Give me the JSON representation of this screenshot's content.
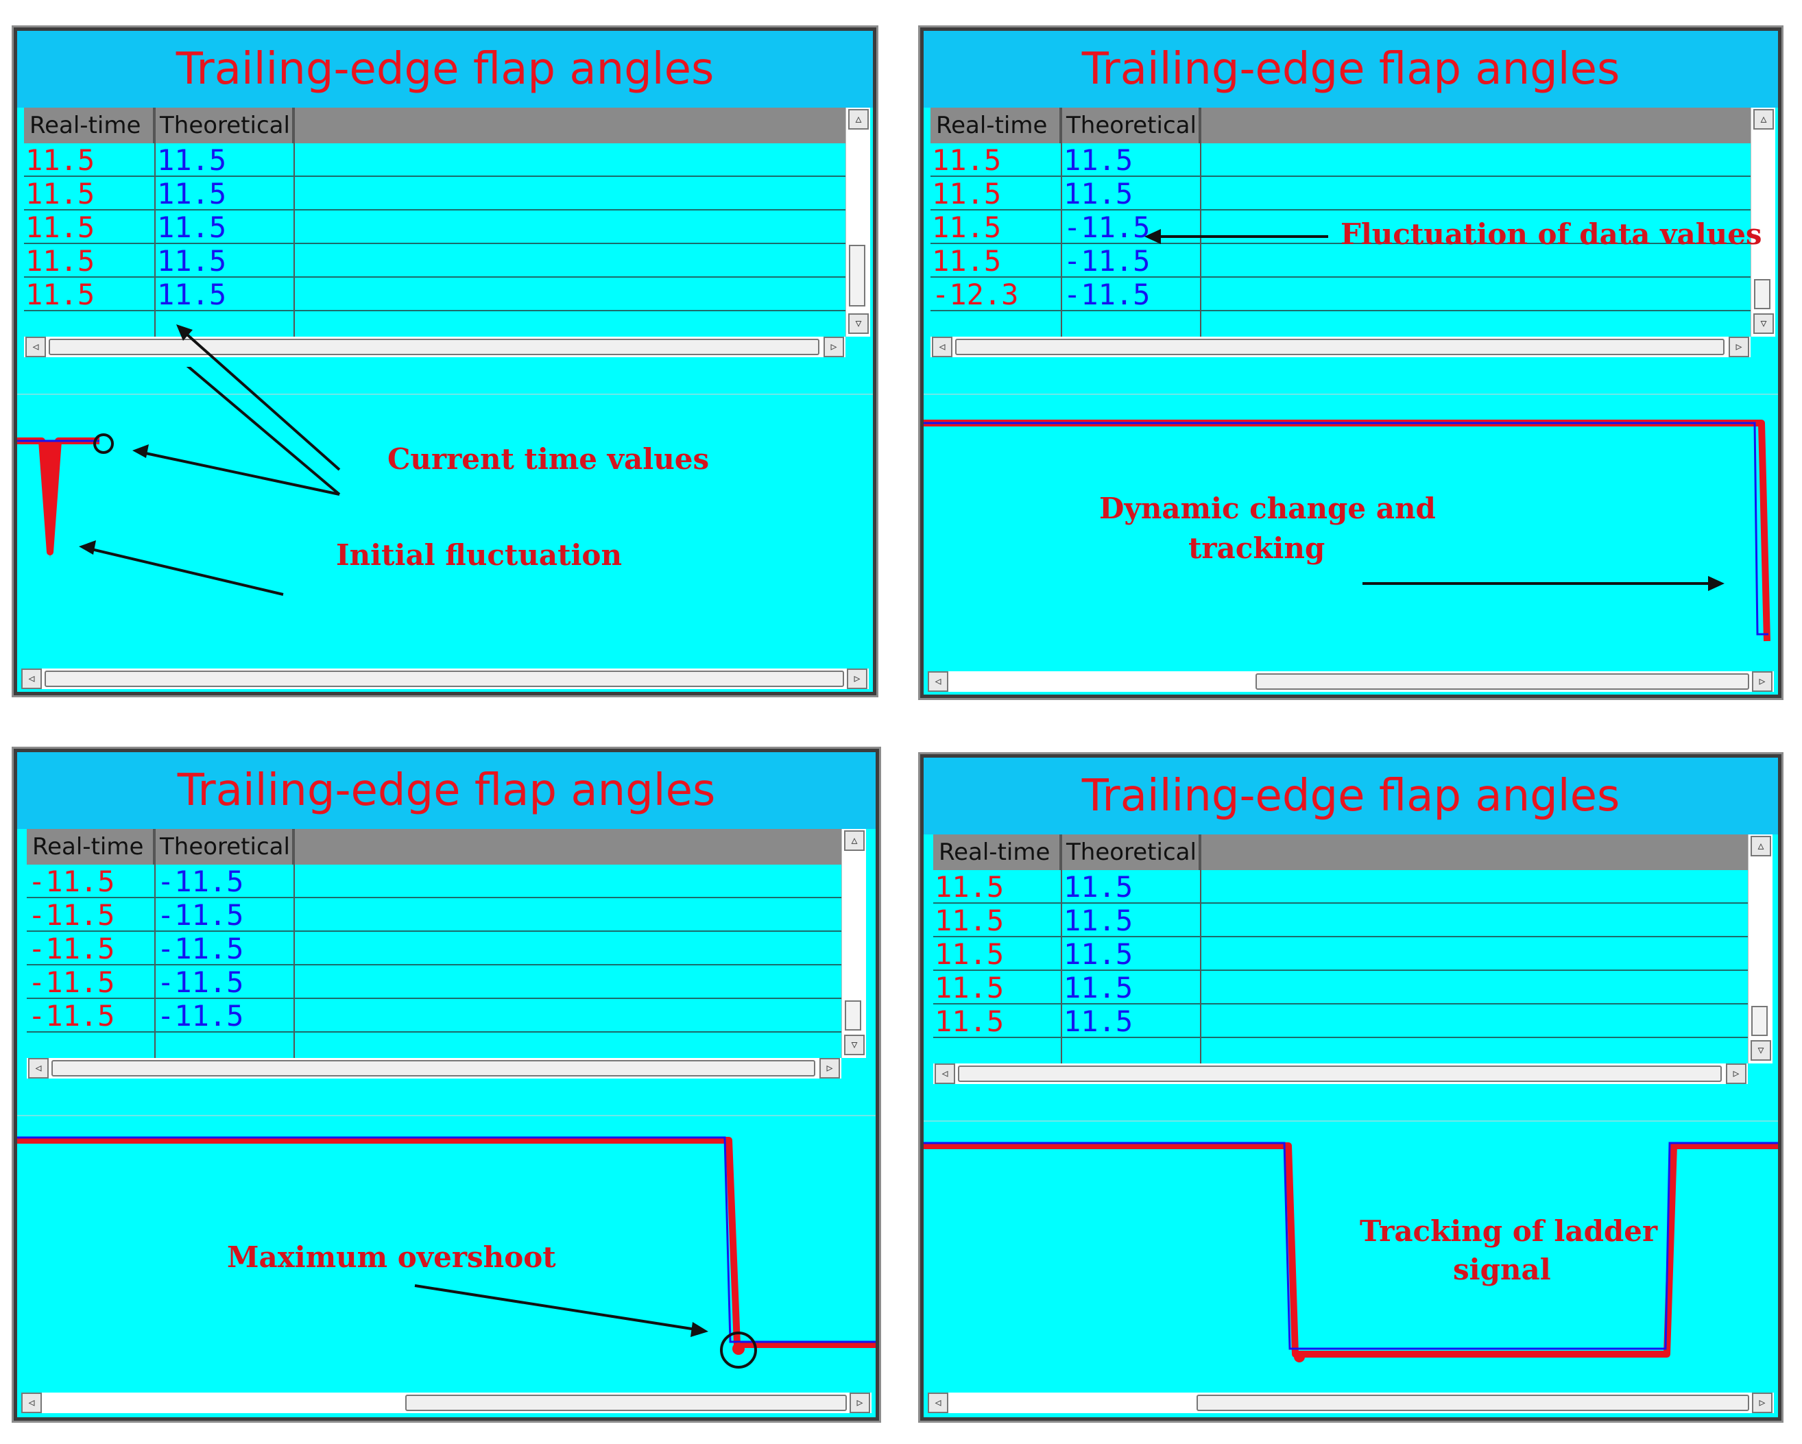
{
  "panels": [
    {
      "title": "Trailing-edge flap angles",
      "columns": [
        "Real-time",
        "Theoretical"
      ],
      "rows": [
        [
          "11.5",
          "11.5"
        ],
        [
          "11.5",
          "11.5"
        ],
        [
          "11.5",
          "11.5"
        ],
        [
          "11.5",
          "11.5"
        ],
        [
          "11.5",
          "11.5"
        ]
      ],
      "annotations": {
        "a1": "Current time values",
        "a2": "Initial fluctuation"
      }
    },
    {
      "title": "Trailing-edge flap angles",
      "columns": [
        "Real-time",
        "Theoretical"
      ],
      "rows": [
        [
          "11.5",
          "11.5"
        ],
        [
          "11.5",
          "11.5"
        ],
        [
          "11.5",
          "-11.5"
        ],
        [
          "11.5",
          "-11.5"
        ],
        [
          "-12.3",
          "-11.5"
        ]
      ],
      "annotations": {
        "a1": "Fluctuation of data values",
        "a2": "Dynamic change and",
        "a3": "tracking"
      }
    },
    {
      "title": "Trailing-edge flap angles",
      "columns": [
        "Real-time",
        "Theoretical"
      ],
      "rows": [
        [
          "-11.5",
          "-11.5"
        ],
        [
          "-11.5",
          "-11.5"
        ],
        [
          "-11.5",
          "-11.5"
        ],
        [
          "-11.5",
          "-11.5"
        ],
        [
          "-11.5",
          "-11.5"
        ]
      ],
      "annotations": {
        "a1": "Maximum overshoot"
      }
    },
    {
      "title": "Trailing-edge flap angles",
      "columns": [
        "Real-time",
        "Theoretical"
      ],
      "rows": [
        [
          "11.5",
          "11.5"
        ],
        [
          "11.5",
          "11.5"
        ],
        [
          "11.5",
          "11.5"
        ],
        [
          "11.5",
          "11.5"
        ],
        [
          "11.5",
          "11.5"
        ]
      ],
      "annotations": {
        "a1": "Tracking of ladder",
        "a2": "signal"
      }
    }
  ],
  "colors": {
    "realtime": "#e8141e",
    "theoretical": "#1414f0",
    "panel_bg": "#00ffff",
    "title_bg": "#10c4f4"
  },
  "icons": {
    "up": "arrow-up-icon",
    "down": "arrow-down-icon",
    "left": "arrow-left-icon",
    "right": "arrow-right-icon"
  }
}
